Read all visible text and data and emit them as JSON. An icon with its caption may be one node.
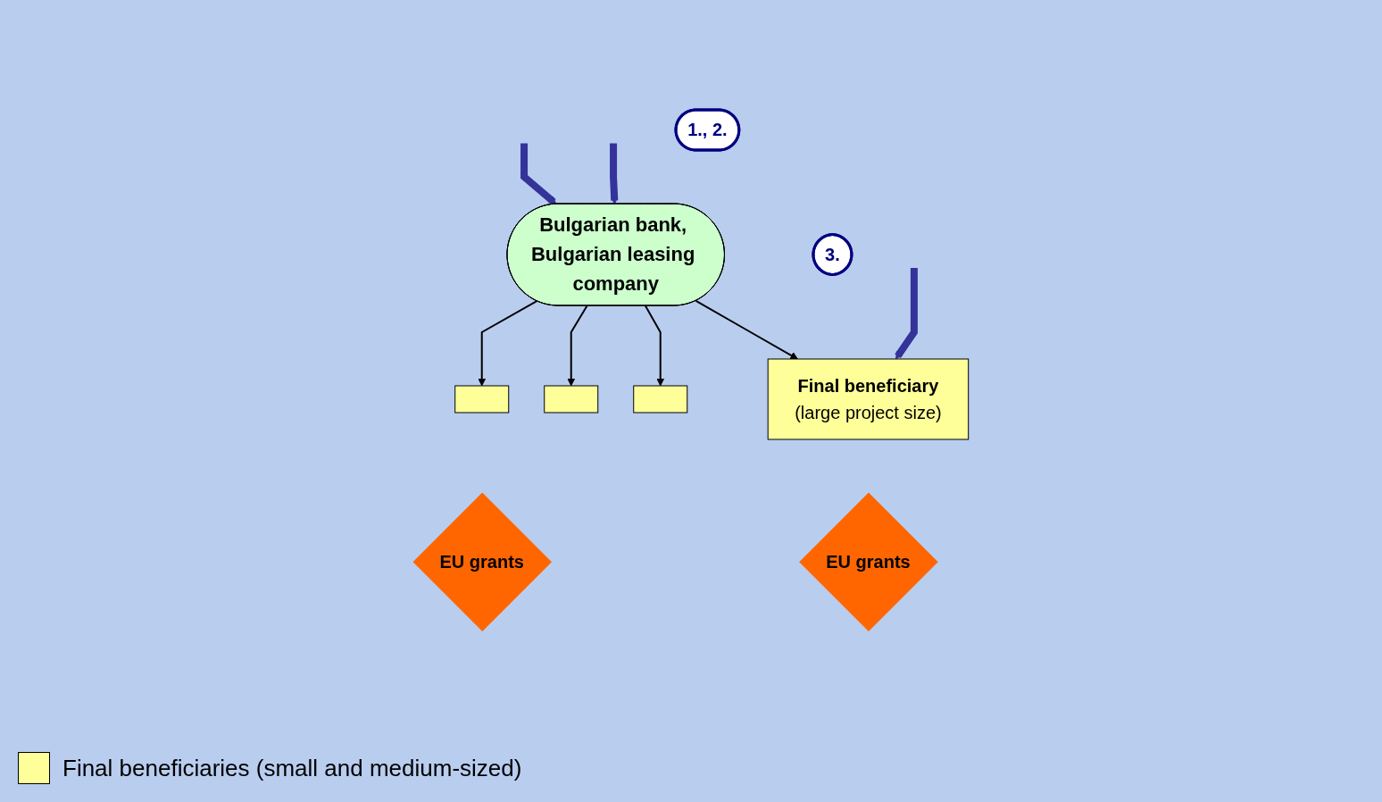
{
  "diagram": {
    "nodes": [
      {
        "text": [
          "1., 2."
        ]
      },
      {
        "text": [
          "Bulgarian bank, Bulgarian leasing company"
        ]
      },
      {
        "text": [
          "3."
        ]
      },
      {
        "text": [],
        "shape": "box"
      },
      {
        "text": [],
        "shape": "box"
      },
      {
        "text": [],
        "shape": "box"
      },
      {
        "text": [
          "Final beneficiary",
          "(large project size)"
        ]
      },
      {
        "text": [
          "EU grants"
        ]
      },
      {
        "text": [
          "EU grants"
        ]
      }
    ],
    "edges": [
      {
        "from": null,
        "to": 1,
        "arrow": "to",
        "style": "thick",
        "color": "#333399"
      },
      {
        "from": null,
        "to": 1,
        "arrow": "to",
        "style": "thick",
        "color": "#333399"
      },
      {
        "from": null,
        "to": 6,
        "arrow": "to",
        "style": "thick",
        "color": "#333399"
      },
      {
        "from": 1,
        "to": 3,
        "arrow": "to"
      },
      {
        "from": 1,
        "to": 4,
        "arrow": "to"
      },
      {
        "from": 1,
        "to": 5,
        "arrow": "to"
      },
      {
        "from": 1,
        "to": 6,
        "arrow": "to"
      }
    ],
    "legend": [
      {
        "text": "Final beneficiaries (small and medium-sized)",
        "color": "#ffff99"
      }
    ]
  }
}
